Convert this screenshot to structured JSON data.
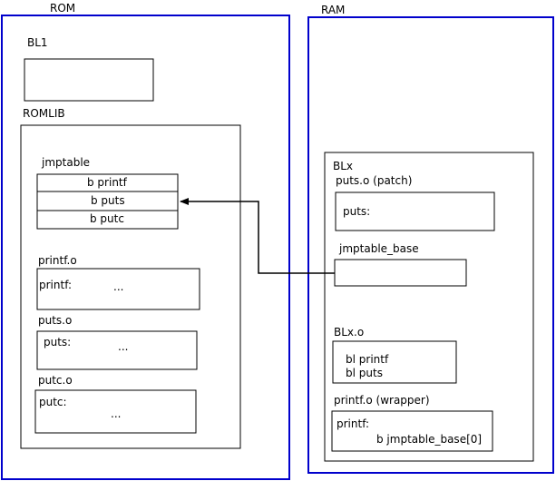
{
  "rom": {
    "title": "ROM",
    "bl1": {
      "title": "BL1"
    },
    "romlib": {
      "title": "ROMLIB",
      "jmptable": {
        "title": "jmptable",
        "entries": [
          "b printf",
          "b puts",
          "b putc"
        ]
      },
      "printf_o": {
        "title": "printf.o",
        "label": "printf:",
        "dots": "..."
      },
      "puts_o": {
        "title": "puts.o",
        "label": "puts:",
        "dots": "..."
      },
      "putc_o": {
        "title": "putc.o",
        "label": "putc:",
        "dots": "..."
      }
    }
  },
  "ram": {
    "title": "RAM",
    "blx": {
      "title": "BLx",
      "puts_patch": {
        "title": "puts.o (patch)",
        "label": "puts:"
      },
      "jmptable_base": {
        "title": "jmptable_base"
      },
      "blx_o": {
        "title": "BLx.o",
        "lines": [
          "bl printf",
          "bl puts"
        ]
      },
      "printf_wrapper": {
        "title": "printf.o (wrapper)",
        "label": "printf:",
        "code": "b jmptable_base[0]"
      }
    }
  },
  "colors": {
    "region_border": "#0000cc",
    "box_border": "#000000"
  }
}
